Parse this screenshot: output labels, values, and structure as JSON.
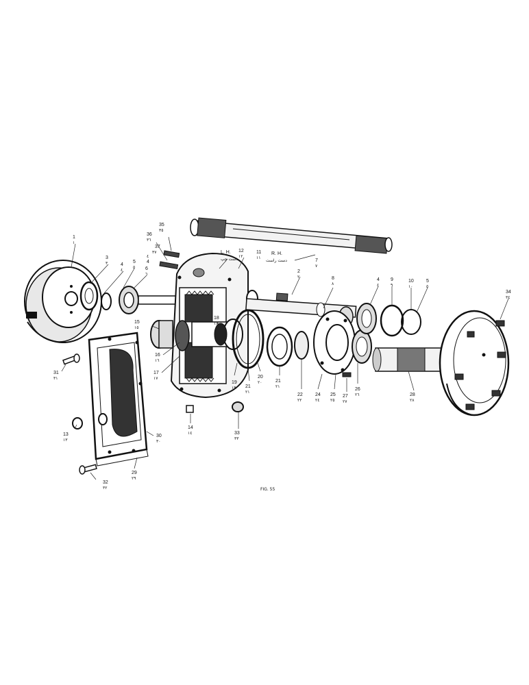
{
  "callouts": [
    {
      "id": "c1",
      "num": "1",
      "alt": "١"
    },
    {
      "id": "c2",
      "num": "2",
      "alt": "٢"
    },
    {
      "id": "c3",
      "num": "3",
      "alt": "٣"
    },
    {
      "id": "c4a",
      "num": "4",
      "alt": "٤"
    },
    {
      "id": "c5",
      "num": "5",
      "alt": "٥"
    },
    {
      "id": "c6",
      "num": "6",
      "alt": "٦"
    },
    {
      "id": "c4b",
      "num": "4",
      "alt": "٤"
    },
    {
      "id": "c7",
      "num": "7",
      "alt": "٧"
    },
    {
      "id": "c8",
      "num": "8",
      "alt": "٨"
    },
    {
      "id": "c9",
      "num": "9",
      "alt": "٩"
    },
    {
      "id": "c10",
      "num": "10",
      "alt": "١٠"
    },
    {
      "id": "c5b",
      "num": "5",
      "alt": "٥"
    },
    {
      "id": "c4c",
      "num": "4",
      "alt": "٤"
    },
    {
      "id": "c11",
      "num": "11",
      "alt": "١١"
    },
    {
      "id": "c12",
      "num": "12",
      "alt": "١٢"
    },
    {
      "id": "c13a",
      "num": "13",
      "alt": "١٣"
    },
    {
      "id": "c13b",
      "num": "13",
      "alt": "١٣"
    },
    {
      "id": "c14",
      "num": "14",
      "alt": "١٤"
    },
    {
      "id": "c15",
      "num": "15",
      "alt": "١٥"
    },
    {
      "id": "c16",
      "num": "16",
      "alt": "١٦"
    },
    {
      "id": "c17",
      "num": "17",
      "alt": "١٧"
    },
    {
      "id": "c18",
      "num": "18",
      "alt": "١٨"
    },
    {
      "id": "c19",
      "num": "19",
      "alt": "١٩"
    },
    {
      "id": "c20",
      "num": "20",
      "alt": "٢٠"
    },
    {
      "id": "c21a",
      "num": "21",
      "alt": "٢١"
    },
    {
      "id": "c21b",
      "num": "21",
      "alt": "٢١"
    },
    {
      "id": "c22",
      "num": "22",
      "alt": "٢٢"
    },
    {
      "id": "c24",
      "num": "24",
      "alt": "٢٤"
    },
    {
      "id": "c25",
      "num": "25",
      "alt": "٢٥"
    },
    {
      "id": "c26",
      "num": "26",
      "alt": "٢٦"
    },
    {
      "id": "c27",
      "num": "27",
      "alt": "٢٧"
    },
    {
      "id": "c28",
      "num": "28",
      "alt": "٢٨"
    },
    {
      "id": "c29",
      "num": "29",
      "alt": "٢٩"
    },
    {
      "id": "c30",
      "num": "30",
      "alt": "٣٠"
    },
    {
      "id": "c31",
      "num": "31",
      "alt": "٣١"
    },
    {
      "id": "c32",
      "num": "32",
      "alt": "٣٢"
    },
    {
      "id": "c33",
      "num": "33",
      "alt": "٣٣"
    },
    {
      "id": "c34",
      "num": "34",
      "alt": "٣٤"
    },
    {
      "id": "c35",
      "num": "35",
      "alt": "٣٥"
    },
    {
      "id": "c36",
      "num": "36",
      "alt": "٣٦"
    },
    {
      "id": "c37",
      "num": "37",
      "alt": "٣٧"
    }
  ],
  "hand_labels": {
    "left_hand": "L. H.",
    "left_hand_alt": "دست چپ",
    "right_hand": "R. H.",
    "right_hand_alt": "دست راست"
  },
  "figure_ref": "FIG. 55"
}
